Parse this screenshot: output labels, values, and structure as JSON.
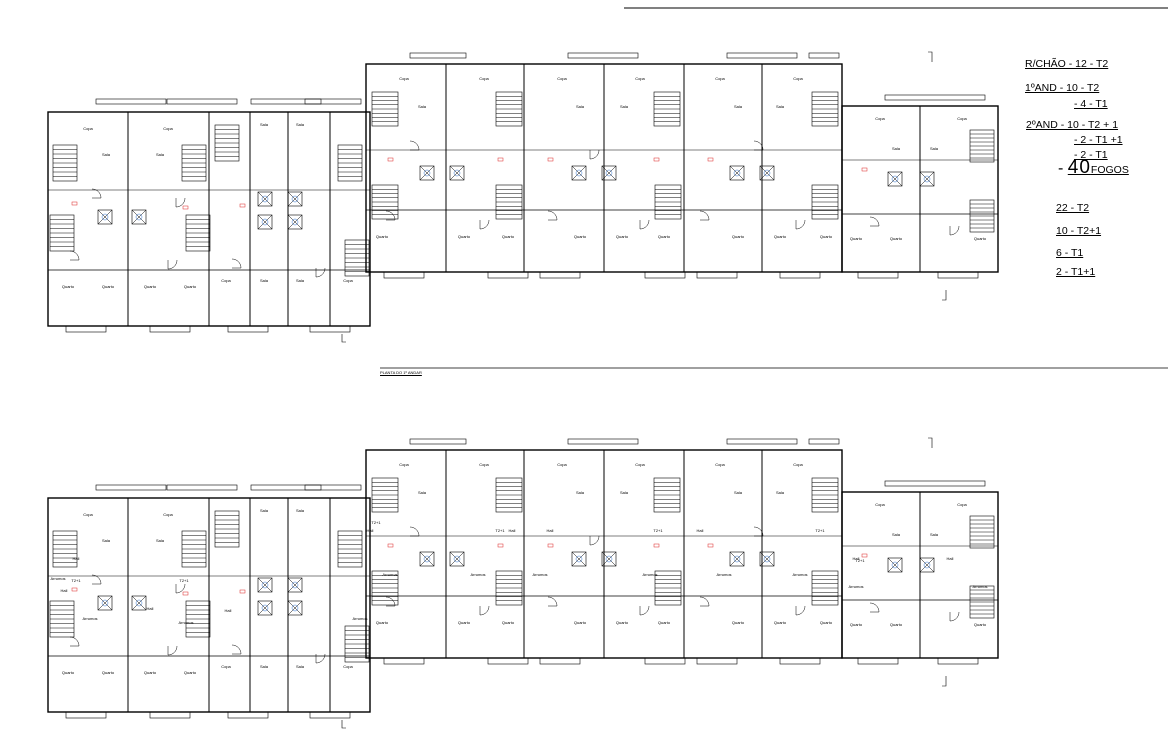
{
  "plan_title": "PLANTA DO 1º ANDAR",
  "legend": {
    "ground": "R/CHÃO - 12 - T2",
    "first_a": "1ºAND    - 10 - T2",
    "first_b": "- 4 - T1",
    "second_a": "2ºAND    - 10 - T2 + 1",
    "second_b": "- 2 - T1 +1",
    "second_c": "- 2 - T1",
    "total_prefix": "- ",
    "total_number": "40",
    "total_suffix": "FOGOS",
    "sum_1": "22 - T2",
    "sum_2": "10 - T2+1",
    "sum_3": "6 - T1",
    "sum_4": "2 - T1+1"
  },
  "room_labels": {
    "kitchen": "Copa",
    "living": "Sala",
    "bedroom": "Quarto",
    "hall": "Hall",
    "storage": "Arrumos",
    "type_t21": "T2+1"
  }
}
